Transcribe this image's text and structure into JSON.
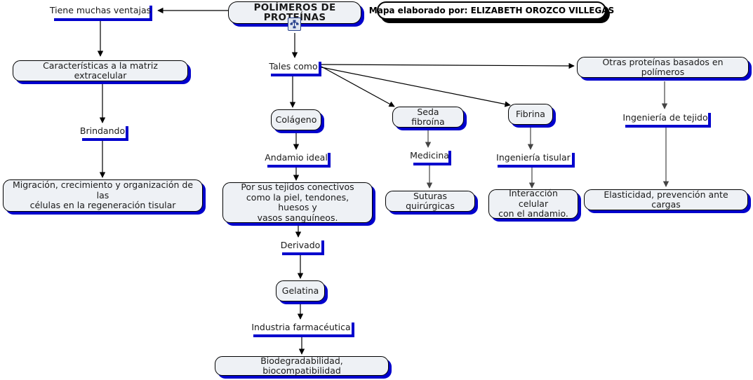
{
  "map": {
    "title": "POLÍMEROS DE PROTEÍNAS",
    "author_plaque": "Mapa elaborado por: ELIZABETH OROZCO VILLEGAS",
    "colors": {
      "node_fill": "#eef1f5",
      "node_border": "#000000",
      "node_shadow": "#0000cd",
      "plaque_fill": "#ffffff",
      "plaque_shadow": "#000000",
      "link_line": "#000000",
      "canvas": "#ffffff"
    },
    "resource_icon": "concept-map-resource-icon"
  },
  "nodes": [
    {
      "id": "root",
      "label": "POLÍMEROS DE PROTEÍNAS"
    },
    {
      "id": "caracteristicas",
      "label": "Características a la matriz extracelular"
    },
    {
      "id": "migracion",
      "label": "Migración, crecimiento y organización de las\ncélulas en la regeneración tisular"
    },
    {
      "id": "colageno",
      "label": "Colágeno"
    },
    {
      "id": "tejidos",
      "label": "Por sus tejidos conectivos\ncomo la piel, tendones, huesos y\nvasos sanguíneos."
    },
    {
      "id": "gelatina",
      "label": "Gelatina"
    },
    {
      "id": "biodegrad",
      "label": "Biodegradabilidad, biocompatibilidad"
    },
    {
      "id": "seda",
      "label": "Seda fibroína"
    },
    {
      "id": "suturas",
      "label": "Suturas quirúrgicas"
    },
    {
      "id": "fibrina",
      "label": "Fibrina"
    },
    {
      "id": "interaccion",
      "label": "Interacción celular\ncon el andamio."
    },
    {
      "id": "otras",
      "label": "Otras proteínas basados en polímeros"
    },
    {
      "id": "elasticidad",
      "label": "Elasticidad, prevención ante cargas"
    }
  ],
  "link_labels": [
    {
      "id": "ventajas",
      "label": "Tiene muchas ventajas"
    },
    {
      "id": "brindando",
      "label": "Brindando"
    },
    {
      "id": "tales_como",
      "label": "Tales como"
    },
    {
      "id": "andamio",
      "label": "Andamio ideal"
    },
    {
      "id": "derivado",
      "label": "Derivado"
    },
    {
      "id": "industria",
      "label": "Industria farmacéutica"
    },
    {
      "id": "medicina",
      "label": "Medicina"
    },
    {
      "id": "ing_tisular",
      "label": "Ingeniería tisular"
    },
    {
      "id": "ing_tejido",
      "label": "Ingeniería de tejido"
    }
  ]
}
